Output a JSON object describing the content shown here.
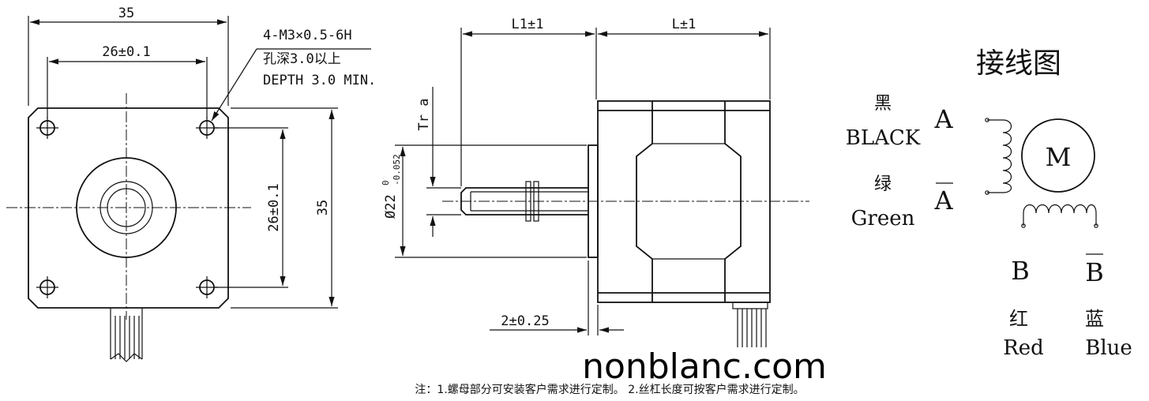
{
  "front_view": {
    "width_dim": "35",
    "hole_spacing_h": "26±0.1",
    "hole_spacing_v": "26±0.1",
    "height_dim": "35",
    "thread_spec": "4-M3×0.5-6H",
    "depth_cn": "孔深3.0以上",
    "depth_en": "DEPTH 3.0 MIN."
  },
  "side_view": {
    "shaft_length": "L1±1",
    "body_length": "L±1",
    "thread_label": "Tr a",
    "pilot_diameter": "Ø22",
    "pilot_tol_upper": "0",
    "pilot_tol_lower": "-0.052",
    "flange_thickness": "2±0.25"
  },
  "wiring": {
    "title": "接线图",
    "black_cn": "黑",
    "black_en": "BLACK",
    "green_cn": "绿",
    "green_en": "Green",
    "phase_a": "A",
    "phase_a_bar": "A",
    "motor": "M",
    "phase_b": "B",
    "phase_b_bar": "B",
    "red_cn": "红",
    "red_en": "Red",
    "blue_cn": "蓝",
    "blue_en": "Blue"
  },
  "watermark": "nonblanc.com",
  "note": "注：1.螺母部分可安装客户需求进行定制。 2.丝杠长度可按客户需求进行定制。"
}
